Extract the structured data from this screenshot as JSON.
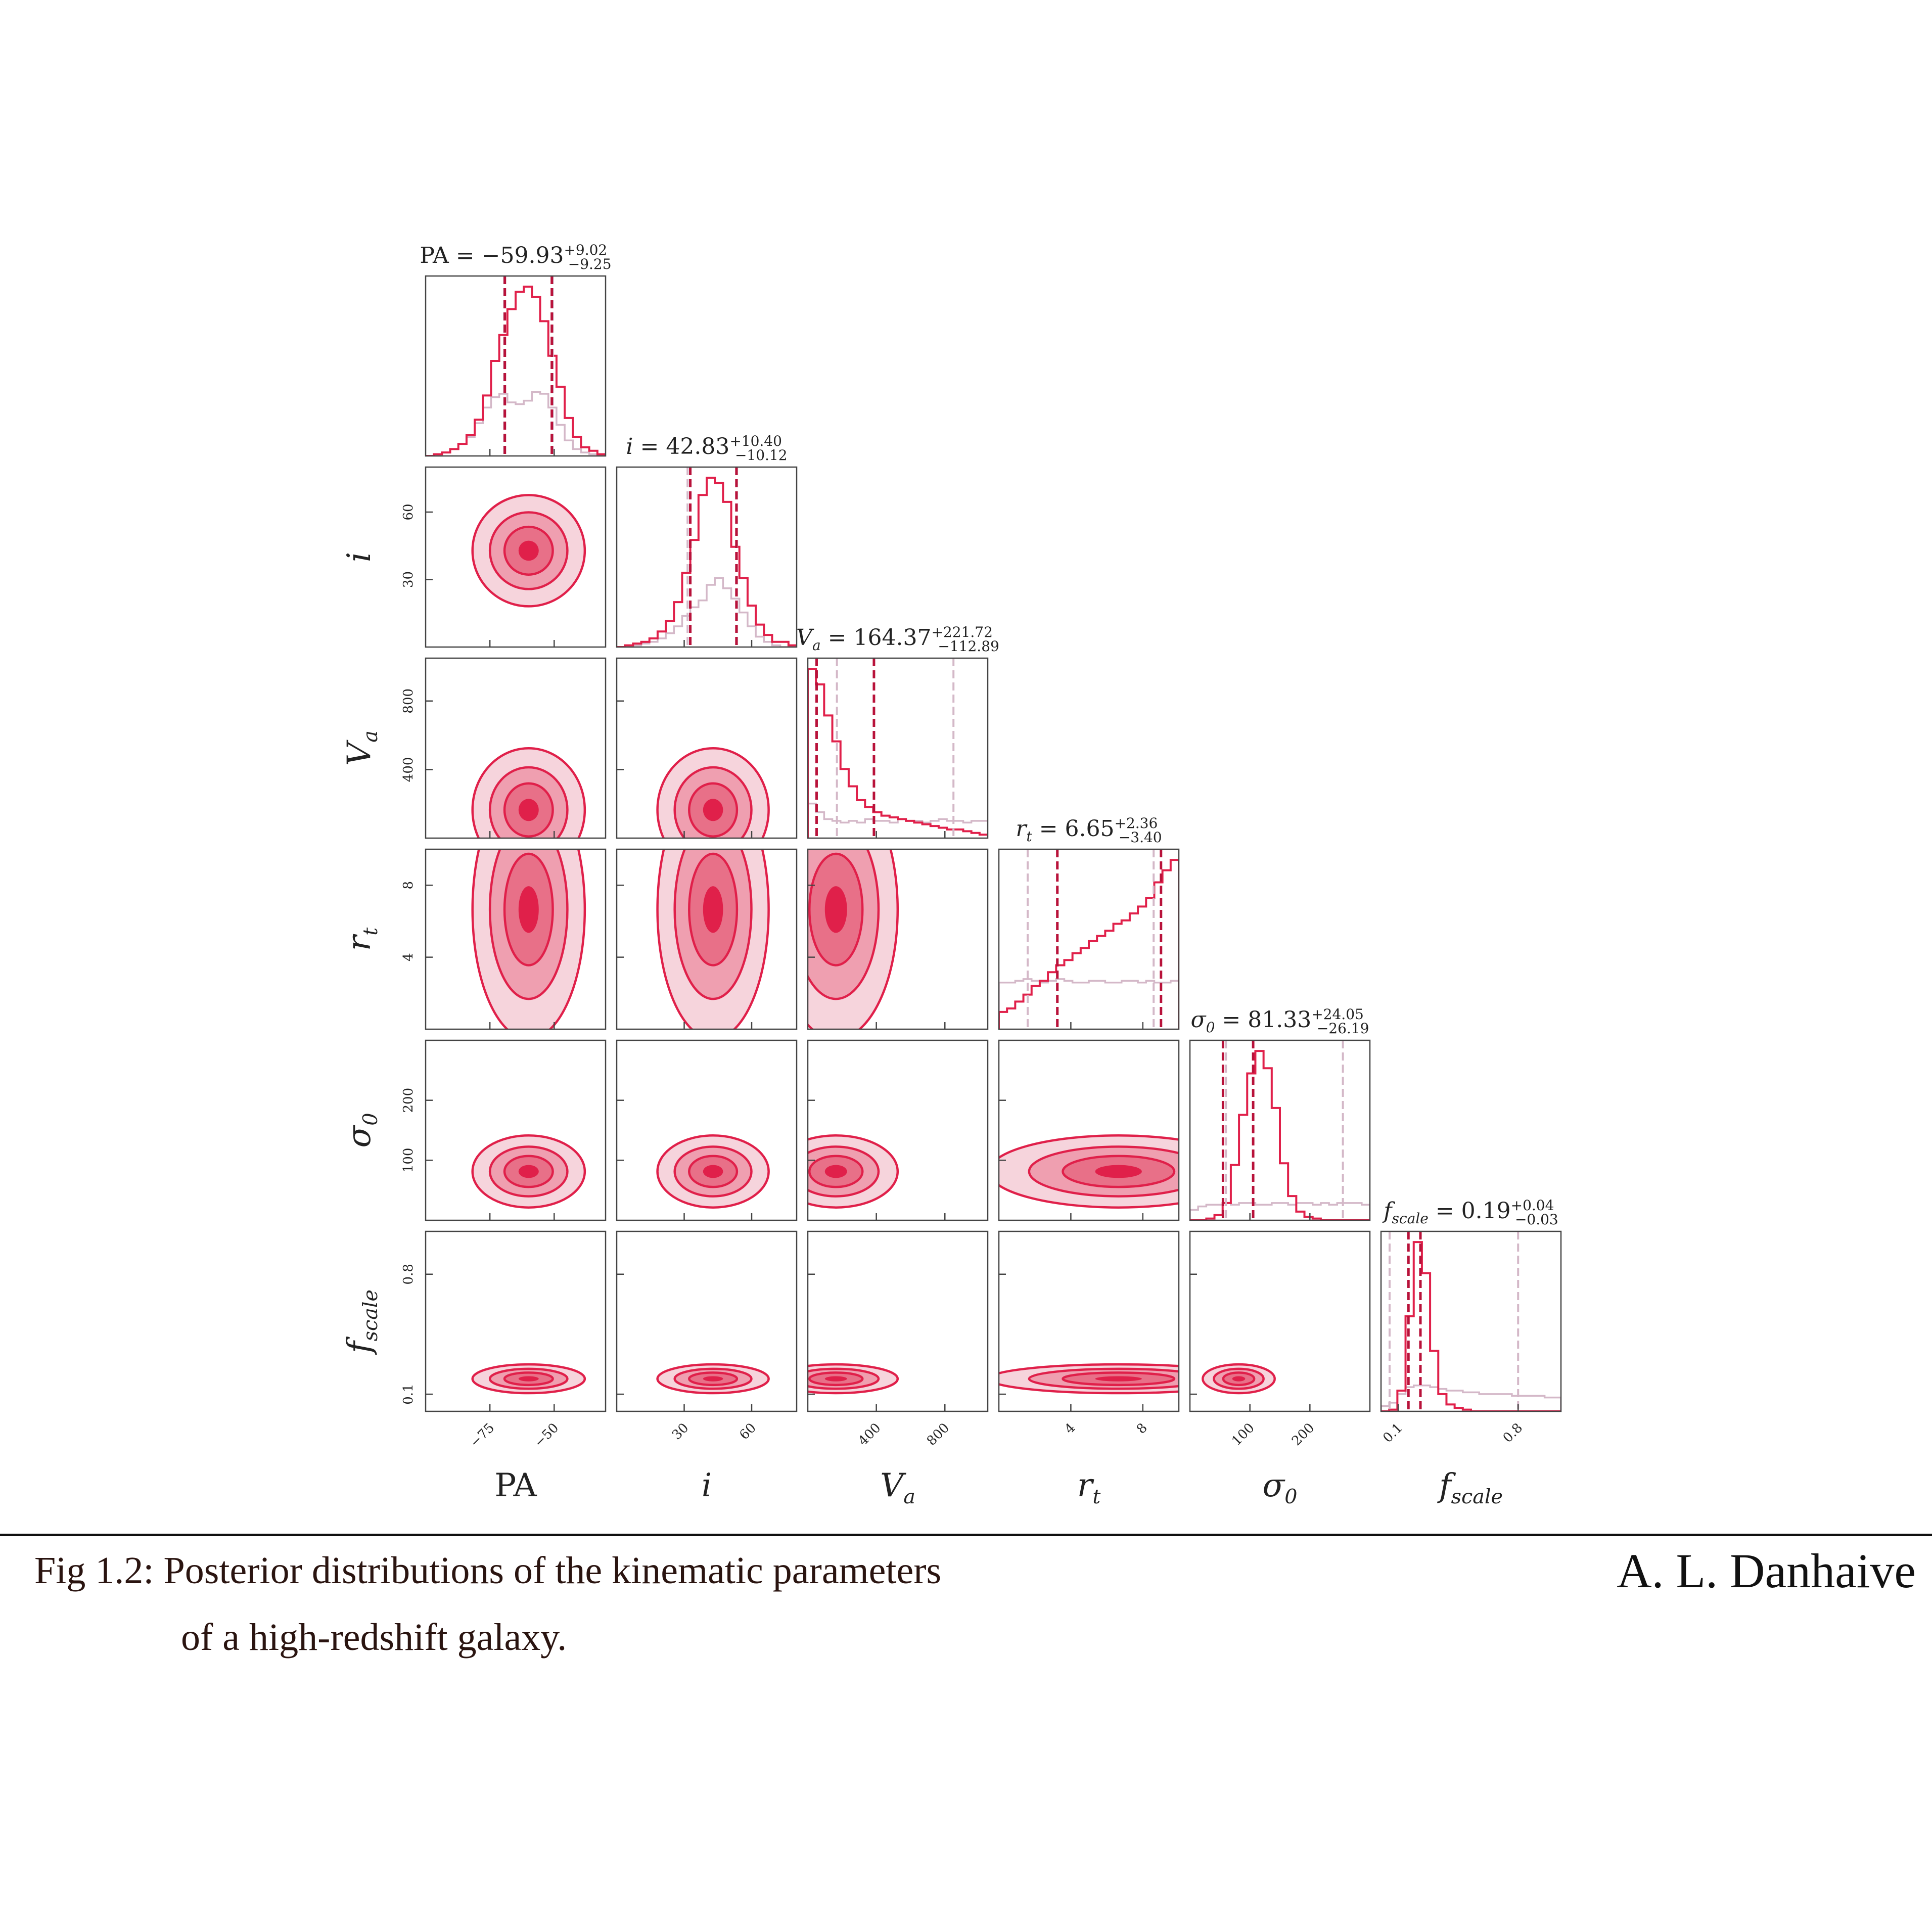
{
  "colors": {
    "main": "#e0204a",
    "prior": "#d4b8c8",
    "fills": [
      "#f6d4dc",
      "#ef9fb0",
      "#e87088",
      "#e0204a"
    ]
  },
  "caption": {
    "line1": "Fig 1.2: Posterior distributions of the kinematic parameters",
    "line2": "of a high-redshift galaxy.",
    "author": "A. L. Danhaive"
  },
  "chart_data": {
    "type": "corner",
    "parameters": [
      {
        "key": "PA",
        "label": "PA",
        "label_sub": "",
        "range": [
          -100,
          -30
        ],
        "ticks": [
          -75,
          -50
        ],
        "tick_labels": [
          "−75",
          "−50"
        ],
        "title_name": "PA",
        "title_sub": "",
        "median": "−59.93",
        "plus": "+9.02",
        "minus": "−9.25",
        "quantiles": [
          -69.18,
          -59.93,
          -50.91
        ],
        "prior_quantiles": [
          -69.5,
          -50.5
        ],
        "sigma": 9.1
      },
      {
        "key": "i",
        "label": "i",
        "label_sub": "",
        "range": [
          0,
          80
        ],
        "ticks": [
          30,
          60
        ],
        "tick_labels": [
          "30",
          "60"
        ],
        "title_name": "i",
        "title_sub": "",
        "median": "42.83",
        "plus": "+10.40",
        "minus": "−10.12",
        "quantiles": [
          32.71,
          42.83,
          53.23
        ],
        "prior_quantiles": [
          31.5,
          53.5
        ],
        "sigma": 10.3
      },
      {
        "key": "Va",
        "label": "V",
        "label_sub": "a",
        "range": [
          0,
          1050
        ],
        "ticks": [
          400,
          800
        ],
        "tick_labels": [
          "400",
          "800"
        ],
        "title_name": "V",
        "title_sub": "a",
        "median": "164.37",
        "plus": "+221.72",
        "minus": "−112.89",
        "quantiles": [
          51.48,
          164.37,
          386.09
        ],
        "prior_quantiles": [
          170,
          850
        ],
        "sigma": 150
      },
      {
        "key": "rt",
        "label": "r",
        "label_sub": "t",
        "range": [
          0,
          10
        ],
        "ticks": [
          4,
          8
        ],
        "tick_labels": [
          "4",
          "8"
        ],
        "title_name": "r",
        "title_sub": "t",
        "median": "6.65",
        "plus": "+2.36",
        "minus": "−3.40",
        "quantiles": [
          3.25,
          6.65,
          9.01
        ],
        "prior_quantiles": [
          1.6,
          8.6
        ],
        "sigma": 3.0
      },
      {
        "key": "sigma0",
        "label": "σ",
        "label_sub": "0",
        "range": [
          0,
          300
        ],
        "ticks": [
          100,
          200
        ],
        "tick_labels": [
          "100",
          "200"
        ],
        "title_name": "σ",
        "title_sub": "0",
        "median": "81.33",
        "plus": "+24.05",
        "minus": "−26.19",
        "quantiles": [
          55.14,
          81.33,
          105.38
        ],
        "prior_quantiles": [
          60,
          255
        ],
        "sigma": 25
      },
      {
        "key": "fscale",
        "label": "f",
        "label_sub": "scale",
        "range": [
          0,
          1.05
        ],
        "ticks": [
          0.1,
          0.8
        ],
        "tick_labels": [
          "0.1",
          "0.8"
        ],
        "title_name": "f",
        "title_sub": "scale",
        "median": "0.19",
        "plus": "+0.04",
        "minus": "−0.03",
        "quantiles": [
          0.16,
          0.19,
          0.23
        ],
        "prior_quantiles": [
          0.05,
          0.8
        ],
        "sigma": 0.035
      }
    ],
    "posterior_hist": {
      "PA": [
        0.0,
        0.01,
        0.02,
        0.04,
        0.07,
        0.12,
        0.21,
        0.35,
        0.55,
        0.7,
        0.85,
        0.95,
        0.98,
        0.92,
        0.78,
        0.58,
        0.4,
        0.22,
        0.11,
        0.05,
        0.03,
        0.01
      ],
      "i": [
        0.0,
        0.01,
        0.02,
        0.03,
        0.05,
        0.09,
        0.15,
        0.26,
        0.43,
        0.62,
        0.88,
        0.98,
        0.95,
        0.84,
        0.58,
        0.4,
        0.24,
        0.13,
        0.07,
        0.03,
        0.03,
        0.01
      ],
      "Va": [
        0.98,
        0.89,
        0.71,
        0.56,
        0.4,
        0.3,
        0.22,
        0.18,
        0.15,
        0.13,
        0.12,
        0.11,
        0.1,
        0.09,
        0.08,
        0.07,
        0.06,
        0.05,
        0.05,
        0.04,
        0.03,
        0.02
      ],
      "rt": [
        0.1,
        0.12,
        0.16,
        0.2,
        0.25,
        0.28,
        0.33,
        0.37,
        0.4,
        0.44,
        0.47,
        0.51,
        0.54,
        0.57,
        0.61,
        0.63,
        0.67,
        0.71,
        0.76,
        0.85,
        0.92,
        0.98
      ],
      "sigma0": [
        0.0,
        0.0,
        0.01,
        0.03,
        0.1,
        0.32,
        0.61,
        0.85,
        0.98,
        0.88,
        0.65,
        0.33,
        0.14,
        0.05,
        0.02,
        0.01,
        0.0,
        0.0,
        0.0,
        0.0,
        0.0,
        0.0
      ],
      "fscale": [
        0.0,
        0.01,
        0.12,
        0.55,
        0.98,
        0.8,
        0.35,
        0.1,
        0.04,
        0.02,
        0.01,
        0.0,
        0.0,
        0.0,
        0.0,
        0.0,
        0.0,
        0.0,
        0.0,
        0.0,
        0.0,
        0.0
      ]
    },
    "prior_hist": {
      "PA": [
        0.0,
        0.01,
        0.02,
        0.04,
        0.07,
        0.11,
        0.19,
        0.28,
        0.34,
        0.36,
        0.31,
        0.3,
        0.32,
        0.37,
        0.36,
        0.28,
        0.18,
        0.09,
        0.04,
        0.02,
        0.01,
        0.0
      ],
      "i": [
        0.0,
        0.0,
        0.01,
        0.02,
        0.03,
        0.05,
        0.08,
        0.12,
        0.18,
        0.23,
        0.27,
        0.36,
        0.4,
        0.34,
        0.28,
        0.2,
        0.12,
        0.06,
        0.03,
        0.01,
        0.0,
        0.0
      ],
      "Va": [
        0.2,
        0.15,
        0.11,
        0.1,
        0.09,
        0.1,
        0.09,
        0.11,
        0.1,
        0.1,
        0.09,
        0.11,
        0.1,
        0.1,
        0.09,
        0.1,
        0.11,
        0.1,
        0.1,
        0.09,
        0.1,
        0.1
      ],
      "rt": [
        0.27,
        0.27,
        0.28,
        0.29,
        0.28,
        0.27,
        0.28,
        0.29,
        0.28,
        0.27,
        0.27,
        0.28,
        0.28,
        0.27,
        0.27,
        0.28,
        0.28,
        0.27,
        0.28,
        0.27,
        0.27,
        0.28
      ],
      "sigma0": [
        0.06,
        0.08,
        0.09,
        0.09,
        0.1,
        0.09,
        0.1,
        0.1,
        0.09,
        0.09,
        0.1,
        0.1,
        0.09,
        0.1,
        0.1,
        0.09,
        0.1,
        0.09,
        0.1,
        0.1,
        0.1,
        0.09
      ],
      "fscale": [
        0.03,
        0.05,
        0.1,
        0.14,
        0.15,
        0.15,
        0.14,
        0.13,
        0.12,
        0.12,
        0.11,
        0.11,
        0.1,
        0.1,
        0.1,
        0.1,
        0.09,
        0.09,
        0.09,
        0.09,
        0.08,
        0.08
      ]
    },
    "contour_fractions": [
      1.0,
      0.69,
      0.43,
      0.18
    ]
  }
}
